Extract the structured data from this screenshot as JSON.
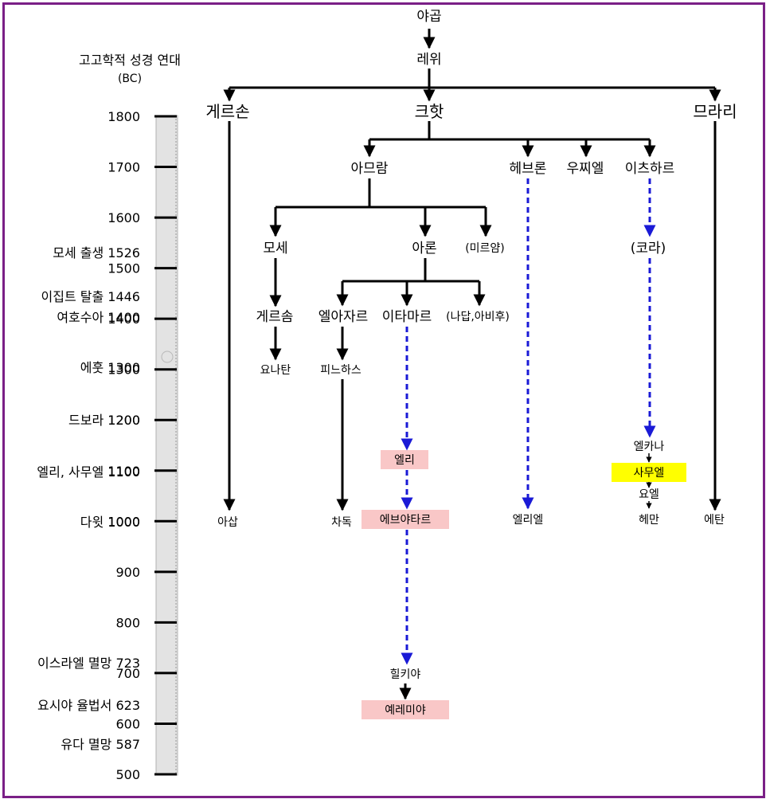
{
  "timeline": {
    "title": "고고학적 성경 연대",
    "unit": "(BC)",
    "ticks": [
      "1800",
      "1700",
      "1600",
      "1500",
      "1400",
      "1300",
      "1200",
      "1100",
      "1000",
      "900",
      "800",
      "700",
      "600",
      "500"
    ],
    "events": [
      {
        "label": "모세 출생 1526"
      },
      {
        "label": "이집트 탈출 1446"
      },
      {
        "label": "여호수아 1400"
      },
      {
        "label": "에훗 1300"
      },
      {
        "label": "드보라 1200"
      },
      {
        "label": "엘리, 사무엘 1100"
      },
      {
        "label": "다윗 1000"
      },
      {
        "label": "이스라엘 멸망 723"
      },
      {
        "label": "요시야 율법서 623"
      },
      {
        "label": "유다 멸망 587"
      }
    ]
  },
  "tree": {
    "jacob": "야곱",
    "levi": "레위",
    "gershon": "게르손",
    "kohath": "크핫",
    "merari": "므라리",
    "amram": "아므람",
    "hebron": "헤브론",
    "uzziel": "우찌엘",
    "izhar": "이츠하르",
    "moses": "모세",
    "aaron": "아론",
    "miriam": "(미르얌)",
    "korah": "(코라)",
    "gershom": "게르솜",
    "eleazar": "엘아자르",
    "ithamar": "이타마르",
    "nadab_abihu": "(나답,아비후)",
    "jonathan": "요나탄",
    "phinehas": "피느하스",
    "eli": "엘리",
    "elkanah": "엘카나",
    "samuel": "사무엘",
    "joel": "요엘",
    "asaph": "아삽",
    "zadok": "차독",
    "abiathar": "에브야타르",
    "eliel": "엘리엘",
    "heman": "헤만",
    "ethan": "에탄",
    "hilkiah": "힐키야",
    "jeremiah": "예레미야"
  },
  "colors": {
    "border": "#7a1f86",
    "dashed_line": "#1a1ad6",
    "highlight_pink": "#f9c7c7",
    "highlight_yellow": "#ffff00",
    "ruler_fill": "#e3e3e3"
  }
}
